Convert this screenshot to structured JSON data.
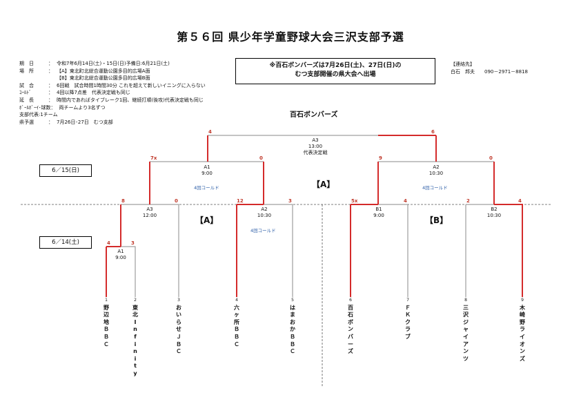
{
  "title": "第５６回 県少年学童野球大会三沢支部予選",
  "info": [
    {
      "label": "期　日",
      "value": "令和7年6月14日(土)・15日(日)予備日:6月21日(土)"
    },
    {
      "label": "場　所",
      "value": "【A】東北町北総合運動公園多目的広場A面"
    },
    {
      "label": "",
      "value": "【B】東北町北総合運動公園多目的広場B面"
    },
    {
      "label": "試　合",
      "value": "6回戦　試合時間1時間30分 これを超えて新しいイニングに入らない"
    },
    {
      "label": "ｺｰﾙﾄﾞ",
      "value": "4回以降7点差　代表決定戦も同じ"
    },
    {
      "label": "延　長",
      "value": "時間内であればタイブレーク1回、継続打順(後攻)代表決定戦も同じ"
    },
    {
      "label": "ﾎﾞｰﾙﾎﾞｰｲ･球数",
      "value": "両チームより3名ずつ"
    },
    {
      "label": "支部代表:1チーム",
      "value": ""
    },
    {
      "label": "県予選",
      "value": "7月26日･27日　むつ支部"
    }
  ],
  "notice": {
    "line1": "※百石ボンバーズは7月26日(土)、27日(日)の",
    "line2": "むつ支部開催の県大会へ出場"
  },
  "contact": {
    "heading": "【連絡先】",
    "name": "白石　邦夫",
    "phone": "090－2971－8818"
  },
  "winner": "百石ボンバーズ",
  "dates": {
    "day2": "6／15(日)",
    "day1": "6／14(土)"
  },
  "sections": {
    "top": "【A】",
    "left": "【A】",
    "right": "【B】"
  },
  "matches": {
    "final": {
      "name": "A3",
      "time": "13:00",
      "note": "代表決定戦"
    },
    "semi_left": {
      "name": "A1",
      "time": "9:00"
    },
    "semi_right": {
      "name": "A2",
      "time": "10:30"
    },
    "qf_a3": {
      "name": "A3",
      "time": "12:00"
    },
    "qf_a2": {
      "name": "A2",
      "time": "10:30"
    },
    "qf_b1": {
      "name": "B1",
      "time": "9:00"
    },
    "qf_b2": {
      "name": "B2",
      "time": "10:30"
    },
    "r1_a1": {
      "name": "A1",
      "time": "9:00"
    }
  },
  "called": "4回コールド",
  "scores": {
    "final_l": "4",
    "final_r": "6",
    "semi_l_l": "7x",
    "semi_l_r": "0",
    "semi_r_l": "9",
    "semi_r_r": "0",
    "qf_a3_l": "8",
    "qf_a3_r": "0",
    "qf_a2_l": "12",
    "qf_a2_r": "3",
    "qf_b1_l": "5x",
    "qf_b1_r": "4",
    "qf_b2_l": "2",
    "qf_b2_r": "4",
    "r1_l": "4",
    "r1_r": "3"
  },
  "teams": [
    {
      "num": "1",
      "name": "野辺地ＢＢＣ"
    },
    {
      "num": "2",
      "name": "東北Infinity"
    },
    {
      "num": "3",
      "name": "おいらせＪＢＣ"
    },
    {
      "num": "4",
      "name": "六ヶ所ＢＢＣ"
    },
    {
      "num": "5",
      "name": "はまおかＢＢＣ"
    },
    {
      "num": "6",
      "name": "百石ボンバーズ"
    },
    {
      "num": "7",
      "name": "ＦＫクラブ"
    },
    {
      "num": "8",
      "name": "三沢ジャイアンツ"
    },
    {
      "num": "9",
      "name": "木崎野ライオンズ"
    }
  ],
  "colors": {
    "win": "#d42a2a",
    "line": "#888888",
    "called": "#2e5fa8"
  }
}
